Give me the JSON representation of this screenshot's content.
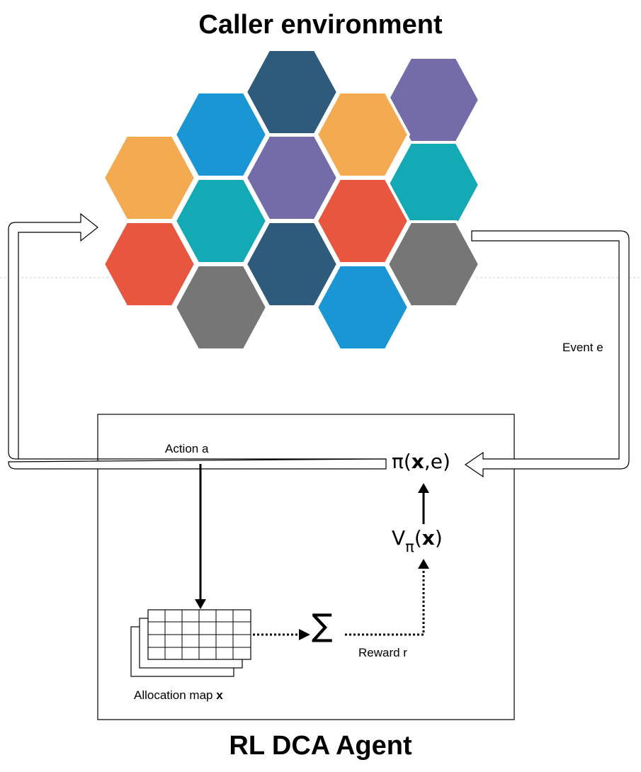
{
  "titles": {
    "environment": "Caller environment",
    "agent": "RL DCA Agent"
  },
  "labels": {
    "event": "Event e",
    "action": "Action a",
    "reward": "Reward r",
    "allocation_prefix": "Allocation map ",
    "allocation_var": "x",
    "sum_symbol": "∑"
  },
  "policy": {
    "open": "π(",
    "var": "x",
    "rest": ",e)"
  },
  "value": {
    "letter": "V",
    "subscript": "π",
    "open": "(",
    "var": "x",
    "close": ")"
  },
  "hex_colors": {
    "orange": "#f4aa50",
    "blue": "#1a96d4",
    "navy": "#2e5b7b",
    "purple": "#746ca8",
    "teal": "#13aab5",
    "red": "#e85640",
    "gray": "#767676"
  }
}
